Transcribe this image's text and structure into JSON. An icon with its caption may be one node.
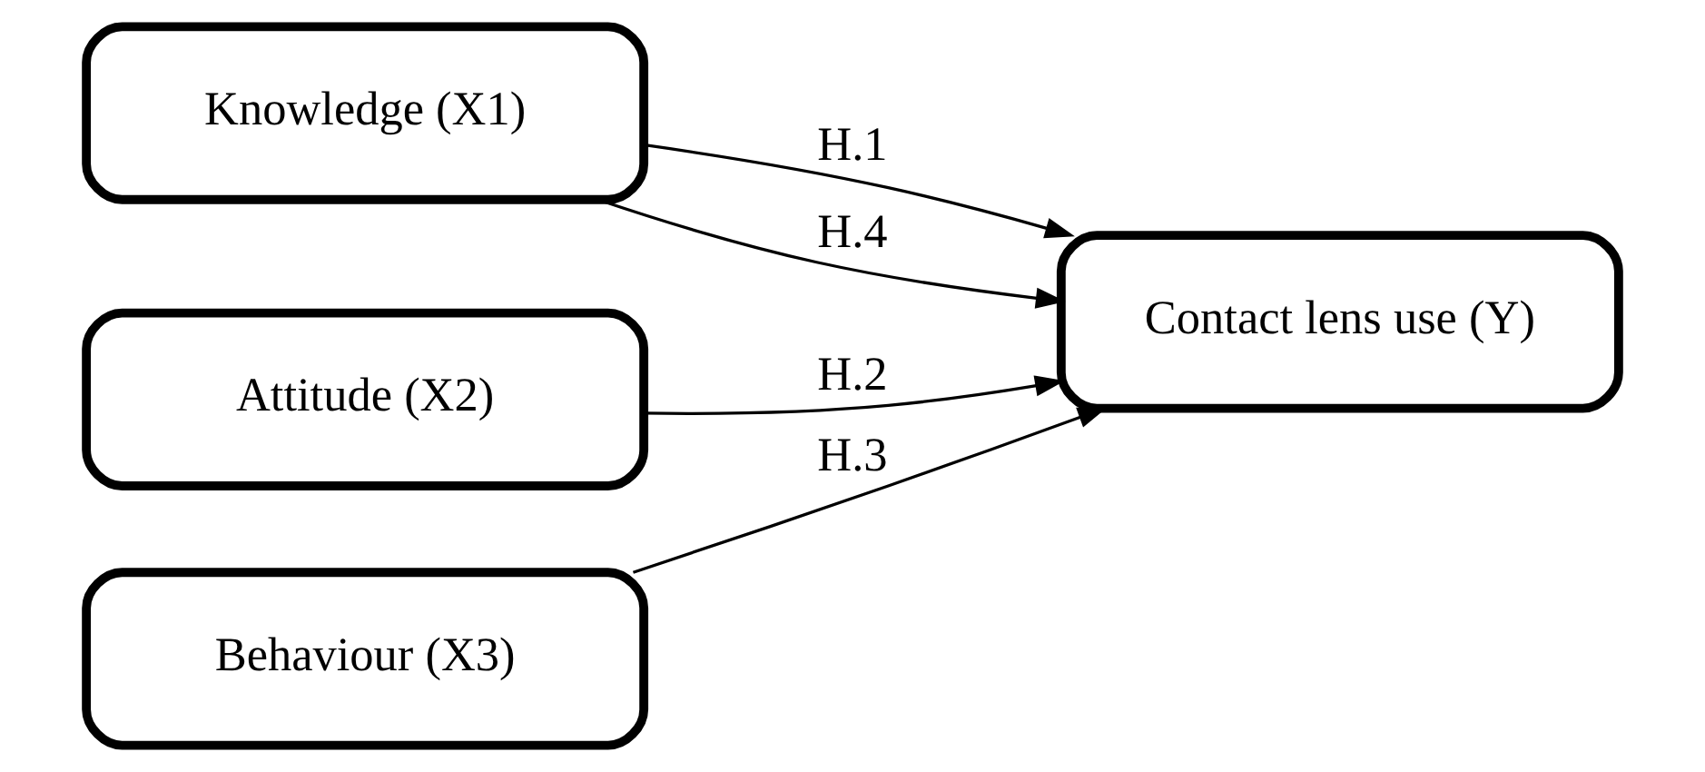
{
  "diagram": {
    "nodes": [
      {
        "text": [
          "Knowledge (X1)"
        ]
      },
      {
        "text": [
          "Attitude (X2)"
        ]
      },
      {
        "text": [
          "Behaviour (X3)"
        ]
      },
      {
        "text": [
          "Contact lens use (Y)"
        ]
      }
    ],
    "edges": [
      {
        "from": 0,
        "to": 3,
        "arrow": "to",
        "label": "H.1"
      },
      {
        "from": 1,
        "to": 3,
        "arrow": "to",
        "label": "H.2"
      },
      {
        "from": 2,
        "to": 3,
        "arrow": "to",
        "label": "H.3"
      },
      {
        "from": 0,
        "to": 3,
        "arrow": "to",
        "label": "H.4"
      }
    ]
  }
}
